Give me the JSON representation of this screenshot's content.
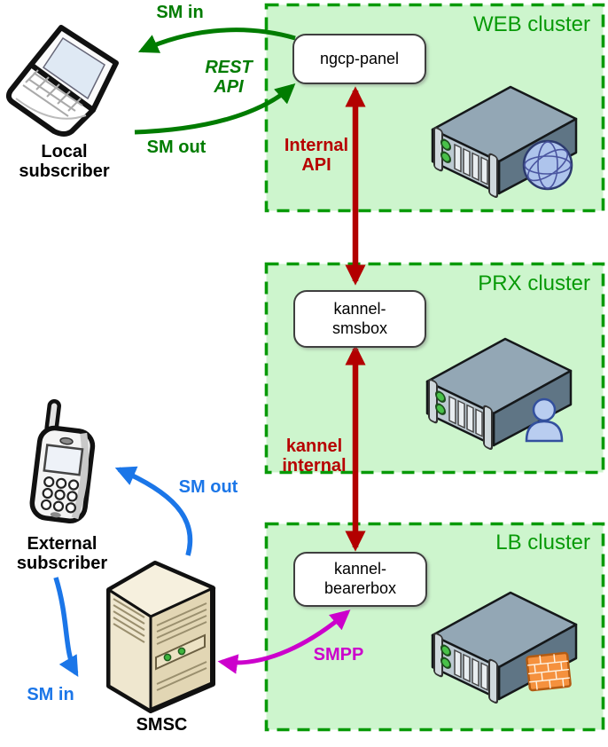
{
  "palette": {
    "cluster_fill": "#cdf5cd",
    "cluster_border": "#089a08",
    "green": "#007c00",
    "dark_red": "#b70000",
    "blue": "#1b76e8",
    "magenta": "#cc00cc"
  },
  "clusters": {
    "web": {
      "label": "WEB cluster",
      "icon": "rack-server-globe-icon"
    },
    "prx": {
      "label": "PRX cluster",
      "icon": "rack-server-user-icon"
    },
    "lb": {
      "label": "LB cluster",
      "icon": "rack-server-firewall-icon"
    }
  },
  "nodes": {
    "ngcp_panel": {
      "label": "ngcp-panel"
    },
    "kannel_smsbox": {
      "lines": [
        "kannel-",
        "smsbox"
      ]
    },
    "kannel_bearerbox": {
      "lines": [
        "kannel-",
        "bearerbox"
      ]
    }
  },
  "actors": {
    "local": {
      "icon": "laptop-icon",
      "lines": [
        "Local",
        "subscriber"
      ]
    },
    "external": {
      "icon": "mobile-phone-icon",
      "lines": [
        "External",
        "subscriber"
      ]
    },
    "smsc": {
      "icon": "tower-server-icon",
      "label": "SMSC"
    }
  },
  "edges": {
    "sm_in_local": {
      "label": "SM in",
      "color": "#007c00"
    },
    "rest_api": {
      "lines": [
        "REST",
        "API"
      ],
      "color": "#007c00"
    },
    "sm_out_local": {
      "label": "SM out",
      "color": "#007c00"
    },
    "internal_api": {
      "lines": [
        "Internal",
        "API"
      ],
      "color": "#b70000"
    },
    "kannel_internal": {
      "lines": [
        "kannel",
        "internal"
      ],
      "color": "#b70000"
    },
    "sm_out_external": {
      "label": "SM out",
      "color": "#1b76e8"
    },
    "sm_in_external": {
      "label": "SM in",
      "color": "#1b76e8"
    },
    "smpp": {
      "label": "SMPP",
      "color": "#cc00cc"
    }
  }
}
